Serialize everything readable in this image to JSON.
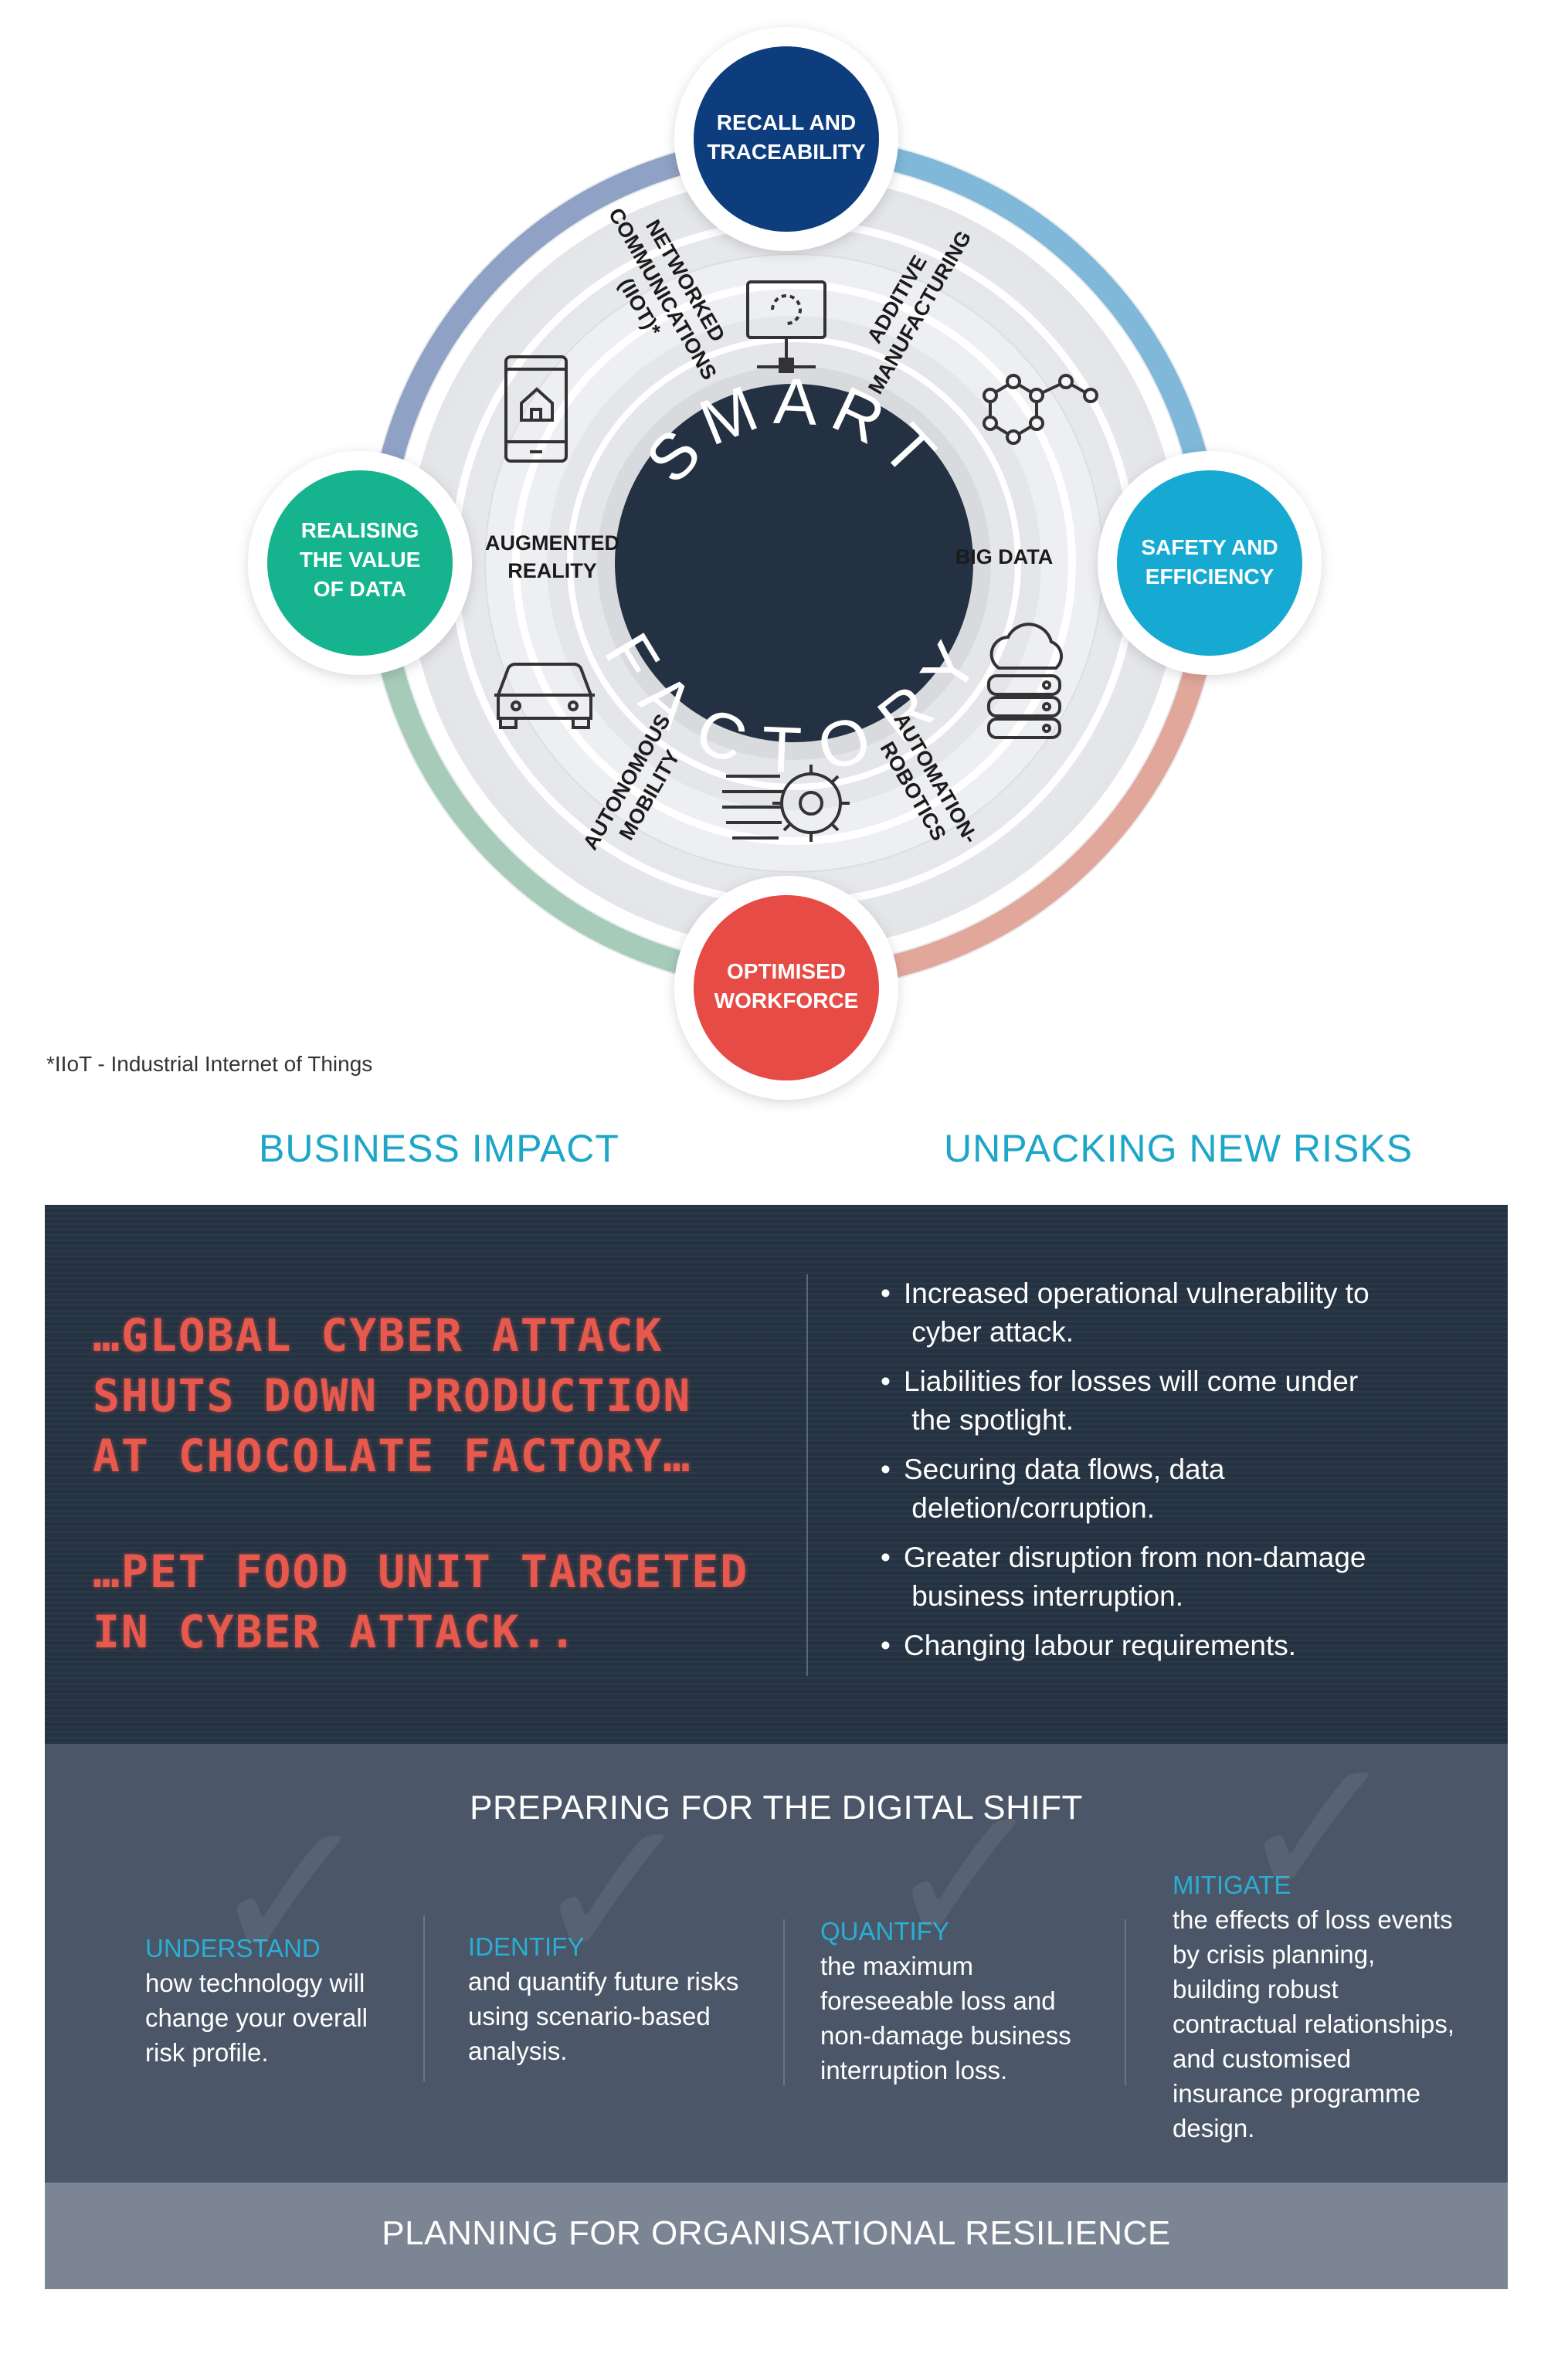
{
  "diagram": {
    "center": {
      "line1": "SMART",
      "line2": "FACTORY"
    },
    "outcomes": {
      "top": [
        "RECALL AND",
        "TRACEABILITY"
      ],
      "right": [
        "SAFETY AND",
        "EFFICIENCY"
      ],
      "bottom": [
        "OPTIMISED",
        "WORKFORCE"
      ],
      "left": [
        "REALISING",
        "THE VALUE",
        "OF DATA"
      ]
    },
    "technologies": {
      "networked": [
        "NETWORKED",
        "COMMUNICATIONS",
        "(IIOT)*"
      ],
      "additive": [
        "ADDITIVE",
        "MANUFACTURING"
      ],
      "big_data": "BIG DATA",
      "automation": [
        "AUTOMATION-",
        "ROBOTICS"
      ],
      "mobility": [
        "AUTONOMOUS",
        "MOBILITY"
      ],
      "augmented": [
        "AUGMENTED",
        "REALITY"
      ]
    },
    "icons": [
      "monitor-network-icon",
      "molecule-icon",
      "cloud-server-icon",
      "robot-hand-gear-icon",
      "car-icon",
      "tablet-home-icon"
    ],
    "colors": {
      "top": "#0d3c7d",
      "right": "#14a9d2",
      "bottom": "#e64c44",
      "left": "#16b38f",
      "center": "#243142"
    }
  },
  "footnote": "*IIoT - Industrial Internet of Things",
  "business_impact": {
    "heading": "BUSINESS IMPACT",
    "headline1": [
      "…GLOBAL CYBER ATTACK",
      "SHUTS DOWN PRODUCTION",
      "AT CHOCOLATE FACTORY…"
    ],
    "headline2": [
      "…PET FOOD UNIT TARGETED",
      "IN CYBER ATTACK.."
    ]
  },
  "new_risks": {
    "heading": "UNPACKING NEW RISKS",
    "items": [
      [
        "Increased operational vulnerability to",
        "cyber attack."
      ],
      [
        "Liabilities for losses will come under",
        "the spotlight."
      ],
      [
        "Securing data flows, data",
        "deletion/corruption."
      ],
      [
        "Greater disruption from non-damage",
        "business interruption."
      ],
      [
        "Changing labour requirements."
      ]
    ]
  },
  "preparing": {
    "title": "PREPARING FOR THE DIGITAL SHIFT",
    "steps": [
      {
        "heading": "UNDERSTAND",
        "lines": [
          "how technology will",
          "change your overall",
          "risk profile."
        ]
      },
      {
        "heading": "IDENTIFY",
        "lines": [
          "and quantify future risks",
          "using scenario-based",
          "analysis."
        ]
      },
      {
        "heading": "QUANTIFY",
        "lines": [
          "the maximum",
          "foreseeable loss and",
          "non-damage business",
          "interruption loss."
        ]
      },
      {
        "heading": "MITIGATE",
        "lines": [
          "the effects of loss events",
          "by crisis planning,",
          "building robust",
          "contractual relationships,",
          "and customised",
          "insurance programme",
          "design."
        ]
      }
    ]
  },
  "planning": {
    "title": "PLANNING FOR ORGANISATIONAL RESILIENCE"
  }
}
